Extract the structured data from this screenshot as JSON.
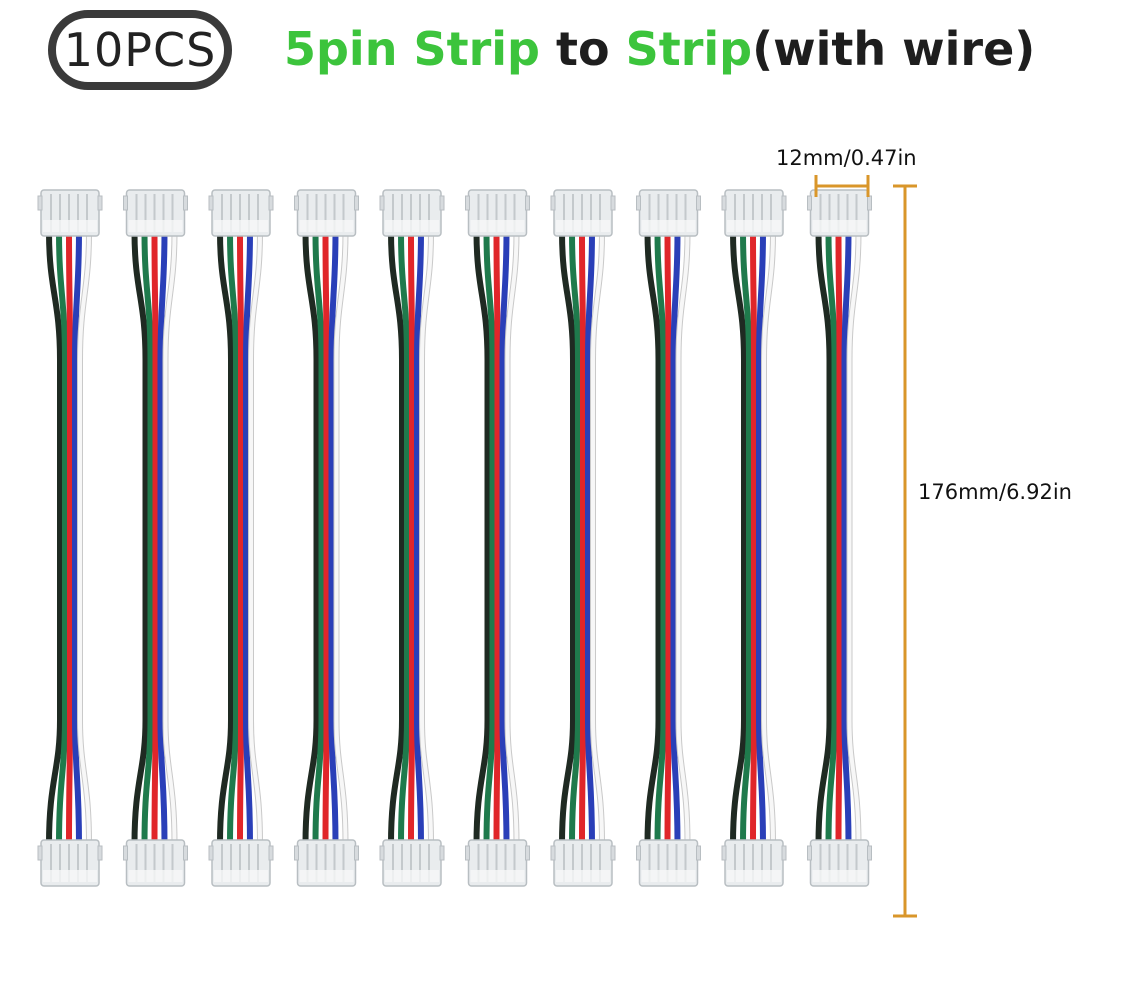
{
  "badge": {
    "text": "10PCS"
  },
  "headline": {
    "part1": "5pin Strip",
    "part2": " to ",
    "part3": "Strip",
    "part4": "(with wire)"
  },
  "dimensions": {
    "width": "12mm/0.47in",
    "length": "176mm/6.92in"
  },
  "cable_count": 10,
  "wire_colors": [
    "#1f2a22",
    "#1f7a4c",
    "#e0262a",
    "#2a3fb8",
    "#f4f4f4"
  ],
  "accent_color": "#d9962a"
}
